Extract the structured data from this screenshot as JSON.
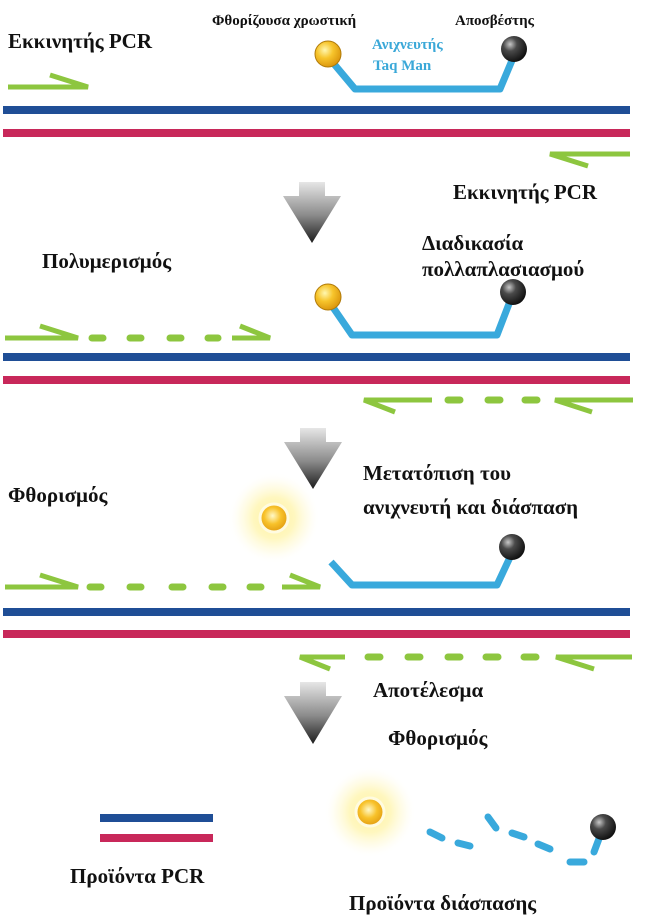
{
  "diagram": {
    "step1": {
      "primer_forward": "Εκκινητής PCR",
      "fluorophore": "Φθορίζουσα χρωστική",
      "quencher": "Αποσβέστης",
      "probe_line1": "Ανιχνευτής",
      "probe_line2": "Taq Man",
      "primer_reverse": "Εκκινητής PCR"
    },
    "step2": {
      "polymerization": "Πολυμερισμός",
      "amplification_line1": "Διαδικασία",
      "amplification_line2": "πολλαπλασιασμού"
    },
    "step3": {
      "fluorescence": "Φθορισμός",
      "displacement_line1": "Μετατόπιση του",
      "displacement_line2": "ανιχνευτή και διάσπαση"
    },
    "step4": {
      "result": "Αποτέλεσμα",
      "fluorescence": "Φθορισμός",
      "pcr_products": "Προϊόντα PCR",
      "cleavage_products": "Προϊόντα διάσπασης"
    }
  },
  "colors": {
    "strand_top": "#1f4e96",
    "strand_bottom": "#c8285a",
    "primer": "#8dc63f",
    "probe": "#39a9dc",
    "fluorophore": "#f5b921",
    "quencher": "#222222",
    "arrow": "#666666"
  }
}
